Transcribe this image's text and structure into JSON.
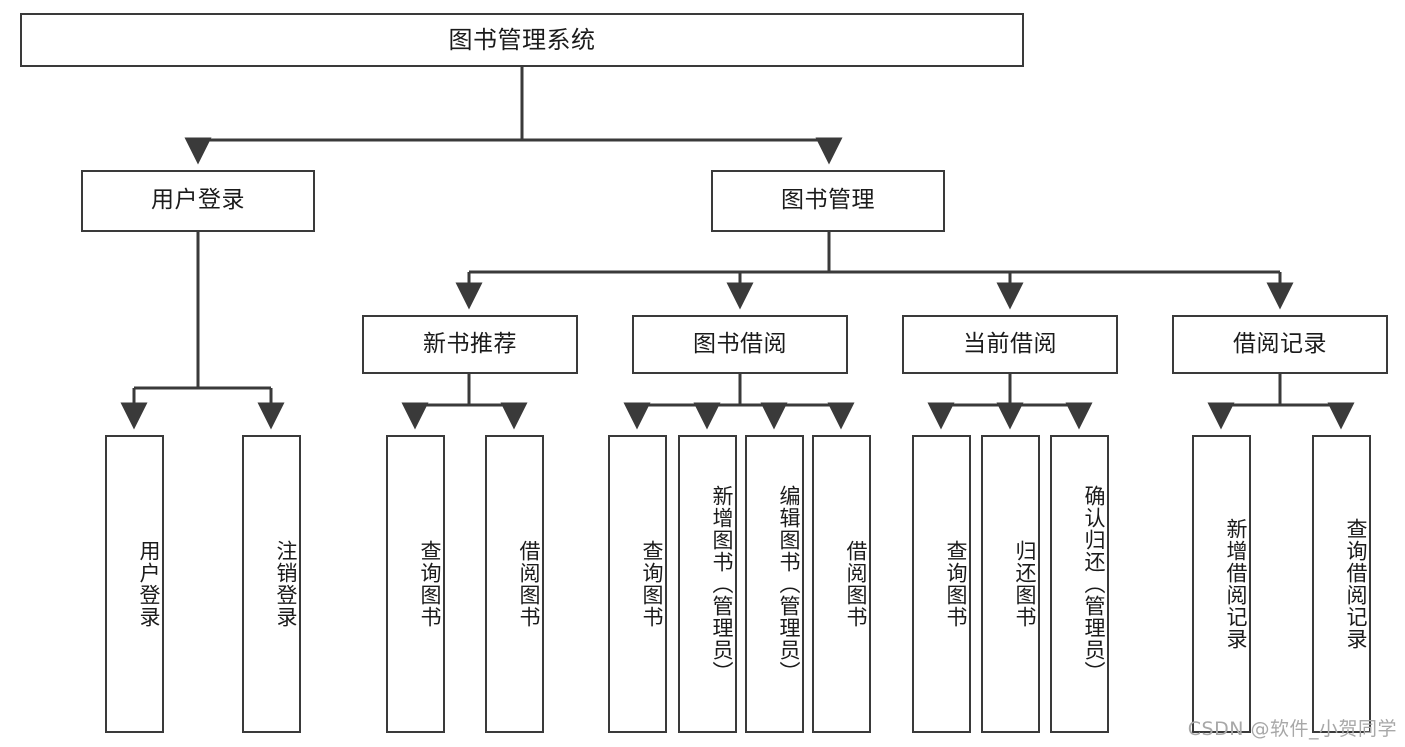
{
  "diagram": {
    "title": "图书管理系统",
    "watermark": "CSDN @软件_小贺同学",
    "stroke_color": "#3a3a3a",
    "text_color": "#1b1b1b",
    "background_color": "#ffffff",
    "watermark_color": "#a8a8a8"
  },
  "nodes": {
    "root": {
      "label": "图书管理系统"
    },
    "level2": [
      {
        "label": "用户登录"
      },
      {
        "label": "图书管理"
      }
    ],
    "level3": [
      {
        "label": "新书推荐"
      },
      {
        "label": "图书借阅"
      },
      {
        "label": "当前借阅"
      },
      {
        "label": "借阅记录"
      }
    ],
    "leaves": {
      "user_login": [
        {
          "label": "用户登录"
        },
        {
          "label": "注销登录"
        }
      ],
      "new_book_recommend": [
        {
          "label": "查询图书"
        },
        {
          "label": "借阅图书"
        }
      ],
      "book_borrow": [
        {
          "label": "查询图书"
        },
        {
          "label": "新增图书（管理员）"
        },
        {
          "label": "编辑图书（管理员）"
        },
        {
          "label": "借阅图书"
        }
      ],
      "current_borrow": [
        {
          "label": "查询图书"
        },
        {
          "label": "归还图书"
        },
        {
          "label": "确认归还（管理员）"
        }
      ],
      "borrow_record": [
        {
          "label": "新增借阅记录"
        },
        {
          "label": "查询借阅记录"
        }
      ]
    }
  }
}
